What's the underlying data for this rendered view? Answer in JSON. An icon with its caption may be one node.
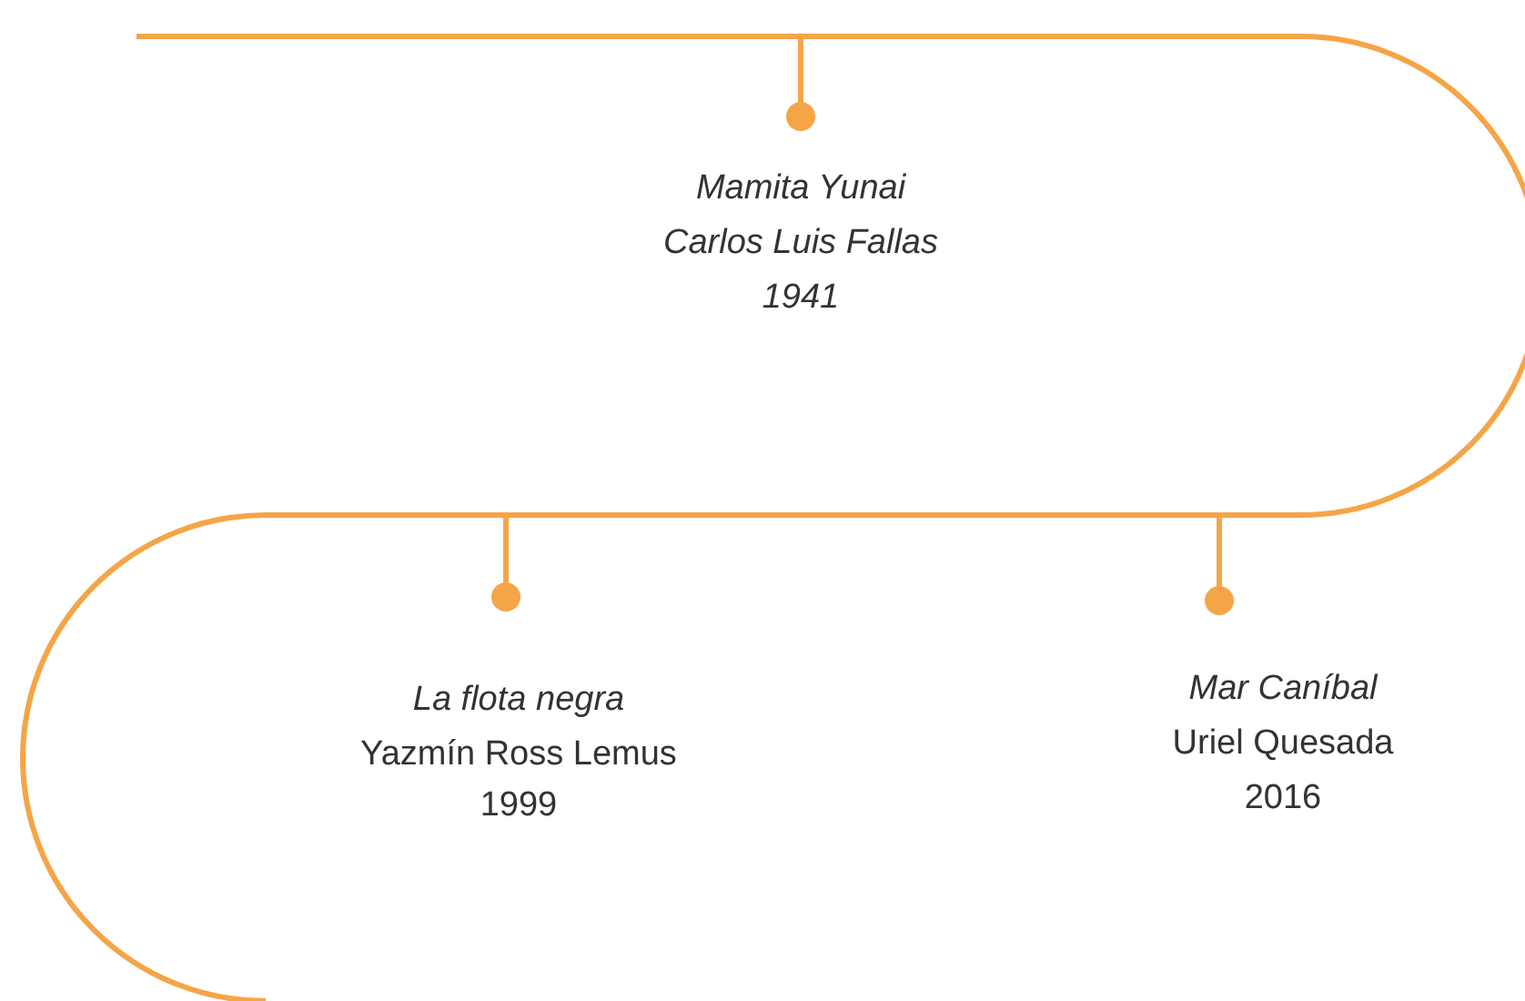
{
  "diagram": {
    "labels": [
      "Mamita Yunai",
      "Carlos Luis Fallas",
      "1941",
      "La flota negra",
      "Yazmín Ross Lemus",
      "1999",
      "Mar Caníbal",
      "Uriel Quesada",
      "2016"
    ]
  }
}
